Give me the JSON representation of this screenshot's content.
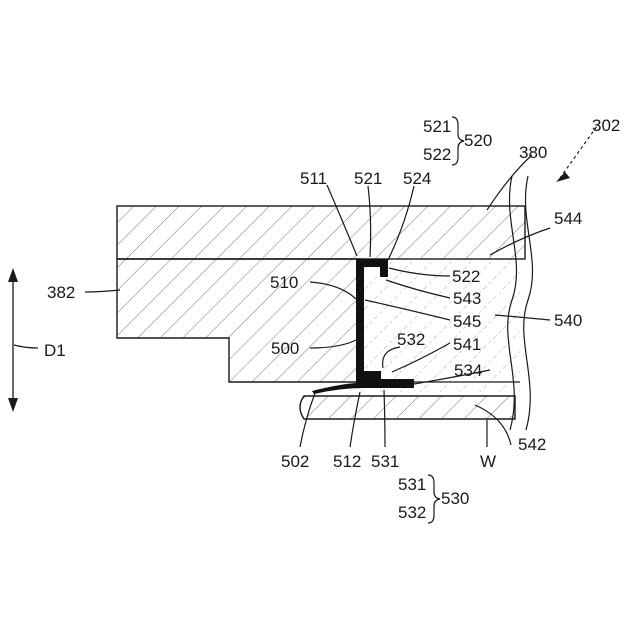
{
  "labels": {
    "fig_ref": "302",
    "top_plate": "380",
    "lower_block": "382",
    "seal": "500",
    "seal_tip": "502",
    "upright": "510",
    "upright_top": "511",
    "upright_bottom": "512",
    "upper_lip": "520",
    "upper_lip_a": "521",
    "upper_lip_b": "522",
    "upper_lip_c": "524",
    "lower_lip": "530",
    "lower_lip_a": "531",
    "lower_lip_b": "532",
    "lower_lip_c": "534",
    "gap": "540",
    "gap_a": "541",
    "gap_b": "542",
    "gap_c": "543",
    "gap_d": "544",
    "gap_e": "545",
    "wafer": "W",
    "direction": "D1"
  },
  "legend_group_upper": {
    "items": [
      "521",
      "522"
    ],
    "group": "520"
  },
  "legend_group_lower": {
    "items": [
      "531",
      "532"
    ],
    "group": "530"
  },
  "colors": {
    "line": "#1a1a1a",
    "background": "#ffffff",
    "seal": "#111111"
  }
}
